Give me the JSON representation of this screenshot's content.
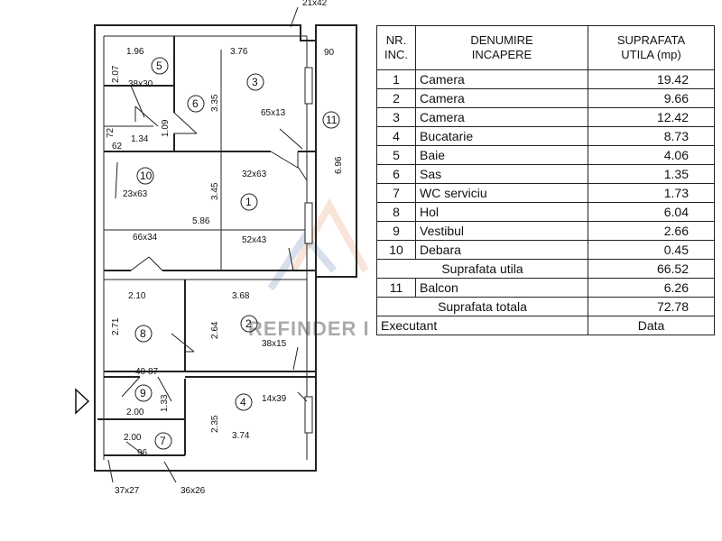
{
  "plan": {
    "room_numbers": [
      "1",
      "2",
      "3",
      "4",
      "5",
      "6",
      "7",
      "8",
      "9",
      "10",
      "11"
    ],
    "dimensions": {
      "d_21x42": "21x42",
      "d_1_96": "1.96",
      "d_3_76": "3.76",
      "d_90": "90",
      "d_2_07": "2.07",
      "d_38x30": "38x30",
      "d_3_35": "3.35",
      "d_1_09": "1.09",
      "d_65x13": "65x13",
      "d_72": "72",
      "d_1_34": "1.34",
      "d_62": "62",
      "d_32x63": "32x63",
      "d_6_96": "6.96",
      "d_23x63": "23x63",
      "d_3_45": "3.45",
      "d_5_86": "5.86",
      "d_66x34": "66x34",
      "d_52x43": "52x43",
      "d_2_10": "2.10",
      "d_3_68": "3.68",
      "d_2_71": "2.71",
      "d_2_64": "2.64",
      "d_38x15": "38x15",
      "d_40": "40",
      "d_87": "87",
      "d_1_33": "1.33",
      "d_14x39": "14x39",
      "d_2_00a": "2.00",
      "d_2_35": "2.35",
      "d_2_00b": "2.00",
      "d_3_74": "3.74",
      "d_96": "96",
      "d_37x27": "37x27",
      "d_36x26": "36x26"
    },
    "watermark": "REFINDER IMOB"
  },
  "table": {
    "header": {
      "nr": "NR.\nINC.",
      "name": "DENUMIRE\nINCAPERE",
      "area": "SUPRAFATA\nUTILA  (mp)"
    },
    "rows": [
      {
        "nr": "1",
        "name": "Camera",
        "area": "19.42"
      },
      {
        "nr": "2",
        "name": "Camera",
        "area": "9.66"
      },
      {
        "nr": "3",
        "name": "Camera",
        "area": "12.42"
      },
      {
        "nr": "4",
        "name": "Bucatarie",
        "area": "8.73"
      },
      {
        "nr": "5",
        "name": "Baie",
        "area": "4.06"
      },
      {
        "nr": "6",
        "name": "Sas",
        "area": "1.35"
      },
      {
        "nr": "7",
        "name": "WC serviciu",
        "area": "1.73"
      },
      {
        "nr": "8",
        "name": "Hol",
        "area": "6.04"
      },
      {
        "nr": "9",
        "name": "Vestibul",
        "area": "2.66"
      },
      {
        "nr": "10",
        "name": "Debara",
        "area": "0.45"
      }
    ],
    "useful_label": "Suprafata utila",
    "useful_value": "66.52",
    "balcony": {
      "nr": "11",
      "name": "Balcon",
      "area": "6.26"
    },
    "total_label": "Suprafata totala",
    "total_value": "72.78",
    "executant_label": "Executant",
    "data_label": "Data"
  }
}
